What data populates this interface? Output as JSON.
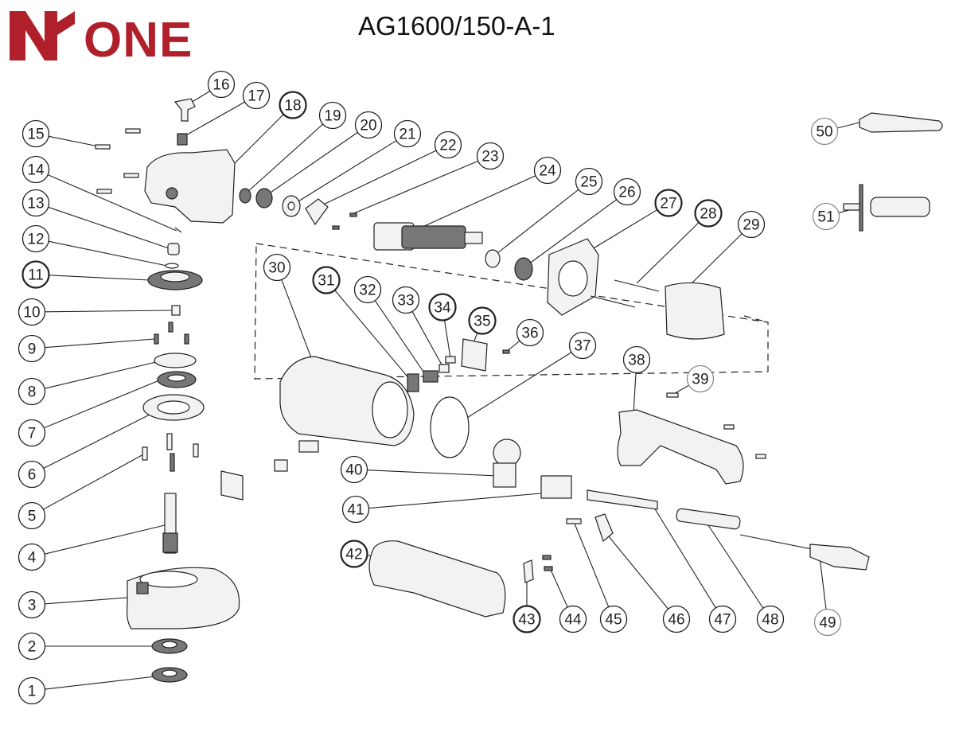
{
  "brand": {
    "logo_text": "ONE",
    "logo_color": "#b0202a"
  },
  "title": "AG1600/150-A-1",
  "callouts": [
    "1",
    "2",
    "3",
    "4",
    "5",
    "6",
    "7",
    "8",
    "9",
    "10",
    "11",
    "12",
    "13",
    "14",
    "15",
    "16",
    "17",
    "18",
    "19",
    "20",
    "21",
    "22",
    "23",
    "24",
    "25",
    "26",
    "27",
    "28",
    "29",
    "30",
    "31",
    "32",
    "33",
    "34",
    "35",
    "36",
    "37",
    "38",
    "39",
    "40",
    "41",
    "42",
    "43",
    "44",
    "45",
    "46",
    "47",
    "48",
    "49",
    "50",
    "51"
  ]
}
